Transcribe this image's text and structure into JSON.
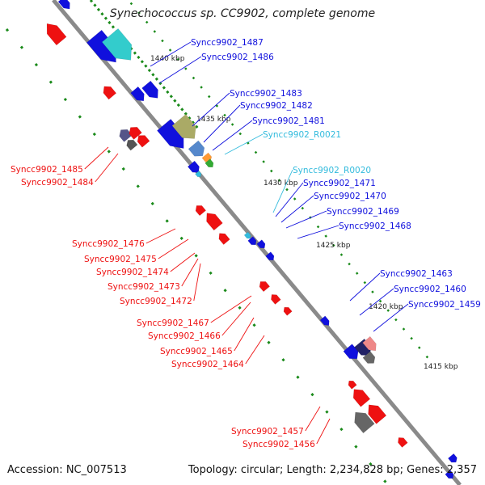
{
  "title": "Synechococcus sp. CC9902, complete genome",
  "footer": {
    "accession": "Accession: NC_007513",
    "topology": "Topology: circular; Length: 2,234,828 bp; Genes: 2,357"
  },
  "colors": {
    "forward_gene": "#1010dd",
    "reverse_gene": "#ee1111",
    "rna_gene": "#33bbdd",
    "backbone": "#8a8a8a",
    "gc_ticks": "#1a8a1a"
  },
  "kbp_marks": [
    "1440 kbp",
    "1435 kbp",
    "1430 kbp",
    "1425 kbp",
    "1420 kbp",
    "1415 kbp"
  ],
  "labels_right": [
    "Syncc9902_1487",
    "Syncc9902_1486",
    "Syncc9902_1483",
    "Syncc9902_1482",
    "Syncc9902_1481",
    "Syncc9902_R0021",
    "Syncc9902_R0020",
    "Syncc9902_1471",
    "Syncc9902_1470",
    "Syncc9902_1469",
    "Syncc9902_1468",
    "Syncc9902_1463",
    "Syncc9902_1460",
    "Syncc9902_1459"
  ],
  "labels_left": [
    "Syncc9902_1485",
    "Syncc9902_1484",
    "Syncc9902_1476",
    "Syncc9902_1475",
    "Syncc9902_1474",
    "Syncc9902_1473",
    "Syncc9902_1472",
    "Syncc9902_1467",
    "Syncc9902_1466",
    "Syncc9902_1465",
    "Syncc9902_1464",
    "Syncc9902_1457",
    "Syncc9902_1456"
  ]
}
